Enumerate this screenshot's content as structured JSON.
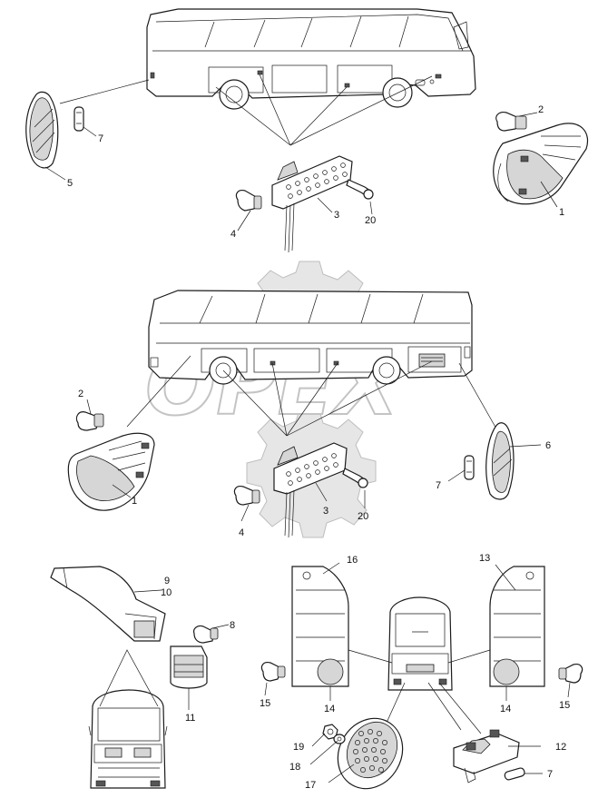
{
  "watermark": {
    "text": "OPEX"
  },
  "callouts": [
    {
      "id": "c1a",
      "text": "1"
    },
    {
      "id": "c2a",
      "text": "2"
    },
    {
      "id": "c3a",
      "text": "3"
    },
    {
      "id": "c4a",
      "text": "4"
    },
    {
      "id": "c5",
      "text": "5"
    },
    {
      "id": "c7a",
      "text": "7"
    },
    {
      "id": "c20a",
      "text": "20"
    },
    {
      "id": "c2b",
      "text": "2"
    },
    {
      "id": "c1b",
      "text": "1"
    },
    {
      "id": "c3b",
      "text": "3"
    },
    {
      "id": "c4b",
      "text": "4"
    },
    {
      "id": "c20b",
      "text": "20"
    },
    {
      "id": "c6",
      "text": "6"
    },
    {
      "id": "c7b",
      "text": "7"
    },
    {
      "id": "c9",
      "text": "9"
    },
    {
      "id": "c10",
      "text": "10"
    },
    {
      "id": "c8",
      "text": "8"
    },
    {
      "id": "c11",
      "text": "11"
    },
    {
      "id": "c16",
      "text": "16"
    },
    {
      "id": "c13",
      "text": "13"
    },
    {
      "id": "c14a",
      "text": "14"
    },
    {
      "id": "c14b",
      "text": "14"
    },
    {
      "id": "c15a",
      "text": "15"
    },
    {
      "id": "c15b",
      "text": "15"
    },
    {
      "id": "c12",
      "text": "12"
    },
    {
      "id": "c19",
      "text": "19"
    },
    {
      "id": "c18",
      "text": "18"
    },
    {
      "id": "c17",
      "text": "17"
    },
    {
      "id": "c7c",
      "text": "7"
    }
  ]
}
